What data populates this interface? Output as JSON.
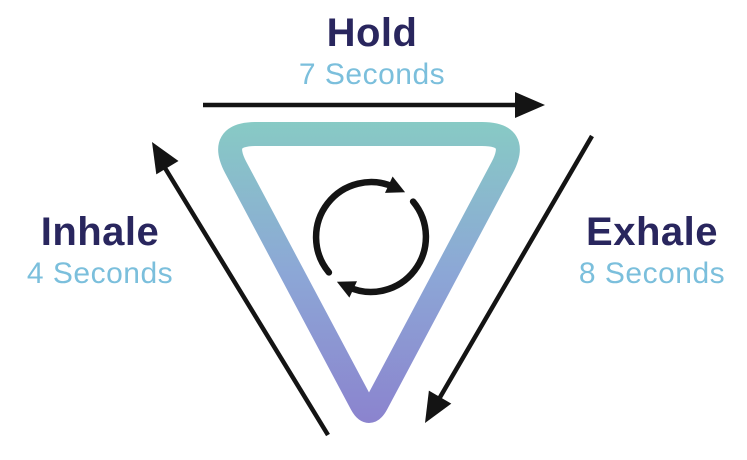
{
  "diagram": {
    "name": "4-7-8 breathing cycle diagram",
    "background": "#FFFFFF"
  },
  "phases": {
    "hold": {
      "label": "Hold",
      "duration": "7 Seconds",
      "position": "top"
    },
    "inhale": {
      "label": "Inhale",
      "duration": "4 Seconds",
      "position": "left"
    },
    "exhale": {
      "label": "Exhale",
      "duration": "8 Seconds",
      "position": "right"
    }
  },
  "icons": {
    "center": "cycle-arrows-icon"
  },
  "colors": {
    "phase_label": "#29265E",
    "phase_duration": "#7BBFDC",
    "arrow": "#141414",
    "triangle_gradient_top": "#87CBC4",
    "triangle_gradient_middle": "#8CA7D6",
    "triangle_gradient_bottom": "#8B82CE"
  }
}
